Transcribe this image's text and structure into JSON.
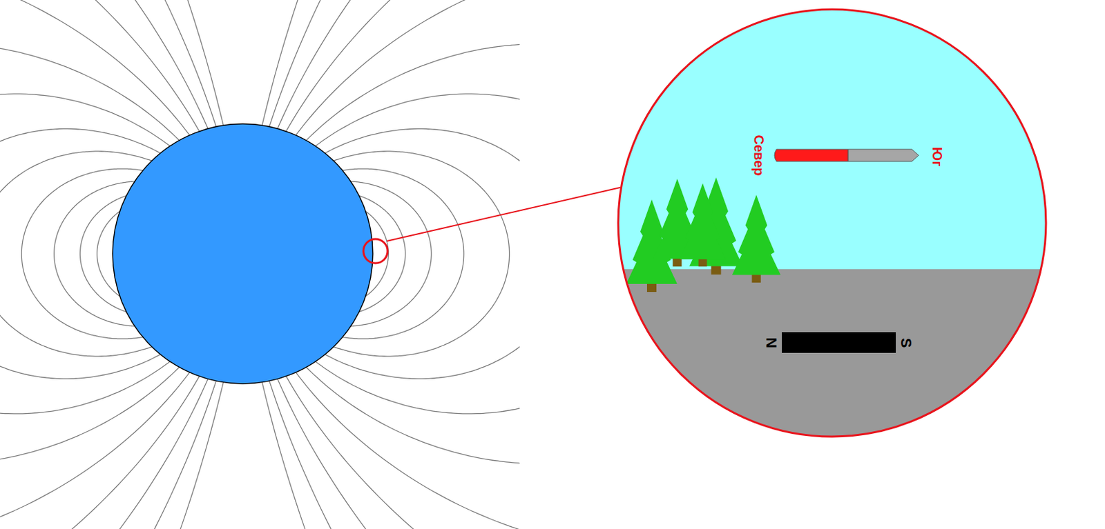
{
  "diagram": {
    "labels": [
      "Север",
      "Юг",
      "N",
      "S"
    ]
  }
}
